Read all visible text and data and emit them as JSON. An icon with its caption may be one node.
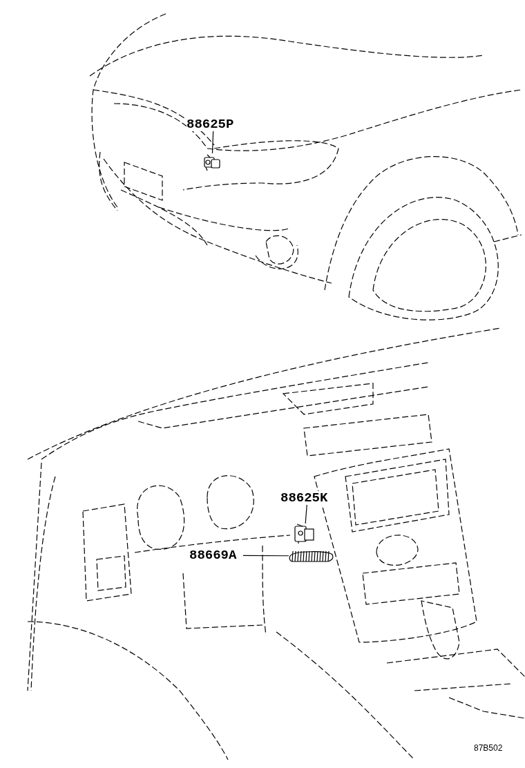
{
  "diagram": {
    "nodes": [
      {
        "text": [
          "88625P"
        ]
      },
      {
        "text": [],
        "shape": "picture"
      },
      {
        "text": [
          "88625K"
        ]
      },
      {
        "text": [],
        "shape": "picture"
      },
      {
        "text": [
          "88669A"
        ]
      },
      {
        "text": [],
        "shape": "picture"
      }
    ],
    "edges": [
      {
        "from": 0,
        "to": 1,
        "arrow": "none"
      },
      {
        "from": 2,
        "to": 3,
        "arrow": "none"
      },
      {
        "from": 4,
        "to": 5,
        "arrow": "none"
      }
    ],
    "labels": [
      "87B502"
    ]
  }
}
